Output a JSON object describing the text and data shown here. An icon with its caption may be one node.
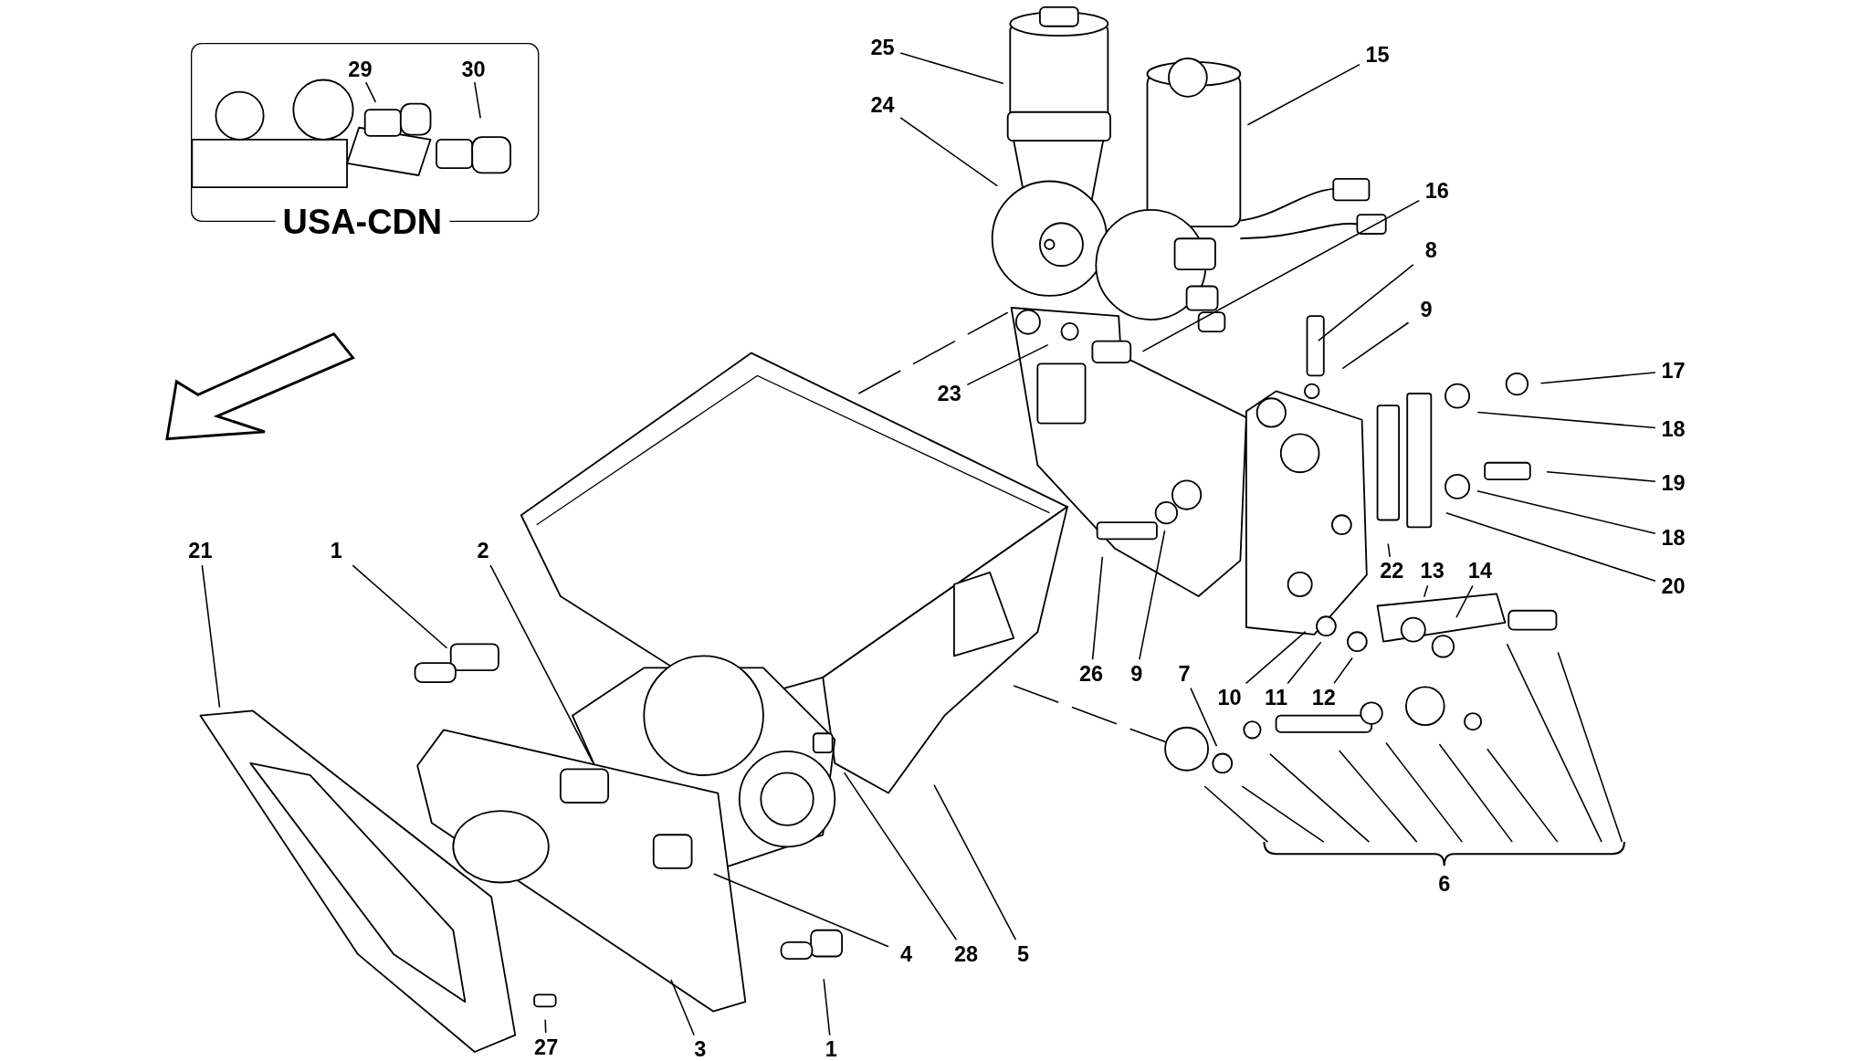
{
  "diagram": {
    "nodes": [
      {
        "text": [
          "USA-CDN"
        ]
      },
      {
        "text": [
          "29"
        ],
        "in": 0
      },
      {
        "text": [
          "30"
        ],
        "in": 0
      },
      {
        "text": [
          "25"
        ]
      },
      {
        "text": [
          "15"
        ]
      },
      {
        "text": [
          "24"
        ]
      },
      {
        "text": [
          "16"
        ]
      },
      {
        "text": [
          "8"
        ]
      },
      {
        "text": [
          "9"
        ]
      },
      {
        "text": [
          "23"
        ]
      },
      {
        "text": [
          "17"
        ]
      },
      {
        "text": [
          "18"
        ]
      },
      {
        "text": [
          "19"
        ]
      },
      {
        "text": [
          "18"
        ]
      },
      {
        "text": [
          "20"
        ]
      },
      {
        "text": [
          "21"
        ]
      },
      {
        "text": [
          "1"
        ]
      },
      {
        "text": [
          "2"
        ]
      },
      {
        "text": [
          "22"
        ]
      },
      {
        "text": [
          "13"
        ]
      },
      {
        "text": [
          "14"
        ]
      },
      {
        "text": [
          "26"
        ]
      },
      {
        "text": [
          "9"
        ]
      },
      {
        "text": [
          "7"
        ]
      },
      {
        "text": [
          "10"
        ]
      },
      {
        "text": [
          "11"
        ]
      },
      {
        "text": [
          "12"
        ]
      },
      {
        "text": [
          "6"
        ]
      },
      {
        "text": [
          "4"
        ]
      },
      {
        "text": [
          "28"
        ]
      },
      {
        "text": [
          "5"
        ]
      },
      {
        "text": [
          "27"
        ]
      },
      {
        "text": [
          "3"
        ]
      },
      {
        "text": [
          "1"
        ]
      }
    ],
    "edges": [
      {
        "from": 1,
        "to": null,
        "arrow": "none"
      },
      {
        "from": 2,
        "to": null,
        "arrow": "none"
      },
      {
        "from": 3,
        "to": null,
        "arrow": "none"
      },
      {
        "from": 4,
        "to": null,
        "arrow": "none"
      },
      {
        "from": 5,
        "to": null,
        "arrow": "none"
      },
      {
        "from": 6,
        "to": null,
        "arrow": "none"
      },
      {
        "from": 7,
        "to": null,
        "arrow": "none"
      },
      {
        "from": 8,
        "to": null,
        "arrow": "none"
      },
      {
        "from": 9,
        "to": null,
        "arrow": "none"
      },
      {
        "from": 10,
        "to": null,
        "arrow": "none"
      },
      {
        "from": 11,
        "to": null,
        "arrow": "none"
      },
      {
        "from": 12,
        "to": null,
        "arrow": "none"
      },
      {
        "from": 13,
        "to": null,
        "arrow": "none"
      },
      {
        "from": 14,
        "to": null,
        "arrow": "none"
      },
      {
        "from": 15,
        "to": null,
        "arrow": "none"
      },
      {
        "from": 16,
        "to": null,
        "arrow": "none"
      },
      {
        "from": 17,
        "to": null,
        "arrow": "none"
      },
      {
        "from": 18,
        "to": null,
        "arrow": "none"
      },
      {
        "from": 19,
        "to": null,
        "arrow": "none"
      },
      {
        "from": 20,
        "to": null,
        "arrow": "none"
      },
      {
        "from": 21,
        "to": null,
        "arrow": "none"
      },
      {
        "from": 22,
        "to": null,
        "arrow": "none"
      },
      {
        "from": 23,
        "to": null,
        "arrow": "none"
      },
      {
        "from": 24,
        "to": null,
        "arrow": "none"
      },
      {
        "from": 25,
        "to": null,
        "arrow": "none"
      },
      {
        "from": 26,
        "to": null,
        "arrow": "none"
      },
      {
        "from": 27,
        "to": null,
        "arrow": "none"
      },
      {
        "from": 27,
        "to": null,
        "arrow": "none"
      },
      {
        "from": 27,
        "to": null,
        "arrow": "none"
      },
      {
        "from": 27,
        "to": null,
        "arrow": "none"
      },
      {
        "from": 27,
        "to": null,
        "arrow": "none"
      },
      {
        "from": 27,
        "to": null,
        "arrow": "none"
      },
      {
        "from": 27,
        "to": null,
        "arrow": "none"
      },
      {
        "from": 27,
        "to": null,
        "arrow": "none"
      },
      {
        "from": 27,
        "to": null,
        "arrow": "none"
      },
      {
        "from": 28,
        "to": null,
        "arrow": "none"
      },
      {
        "from": 29,
        "to": null,
        "arrow": "none"
      },
      {
        "from": 30,
        "to": null,
        "arrow": "none"
      },
      {
        "from": 31,
        "to": null,
        "arrow": "none"
      },
      {
        "from": 32,
        "to": null,
        "arrow": "none"
      },
      {
        "from": 33,
        "to": null,
        "arrow": "none"
      }
    ]
  }
}
